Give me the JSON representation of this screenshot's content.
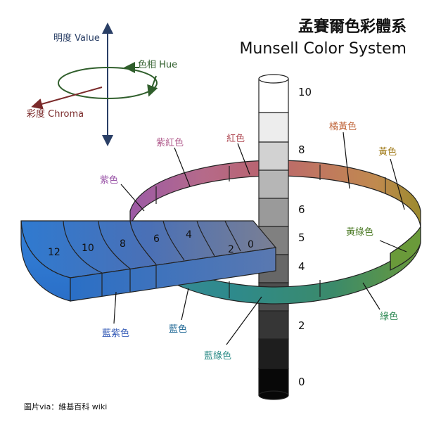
{
  "title": {
    "zh": "孟賽爾色彩體系",
    "en": "Munsell Color System"
  },
  "axes_legend": {
    "value": "明度 Value",
    "hue": "色相 Hue",
    "chroma": "彩度 Chroma",
    "value_color": "#2a3f66",
    "hue_color": "#2f5e2b",
    "chroma_color": "#7a2a2a"
  },
  "value_scale": [
    "10",
    "8",
    "6",
    "5",
    "4",
    "2",
    "0"
  ],
  "chroma_scale": [
    "12",
    "10",
    "8",
    "6",
    "4",
    "2",
    "0"
  ],
  "hue_labels": {
    "purple_red": "紫紅色",
    "red": "紅色",
    "yellow_red": "橘黃色",
    "yellow": "黃色",
    "purple": "紫色",
    "green_yellow": "黃綠色",
    "green": "綠色",
    "blue_green": "藍綠色",
    "blue": "藍色",
    "purple_blue": "藍紫色"
  },
  "hue_label_colors": {
    "purple_red": "#b05a8c",
    "red": "#b04b55",
    "yellow_red": "#c0653a",
    "yellow": "#a07a18",
    "purple": "#9a55a8",
    "green_yellow": "#4f7d2a",
    "green": "#2f8a55",
    "blue_green": "#2a8a86",
    "blue": "#2a6f9a",
    "purple_blue": "#3a5fb8"
  },
  "credit": "圖片via：維基百科 wiki"
}
